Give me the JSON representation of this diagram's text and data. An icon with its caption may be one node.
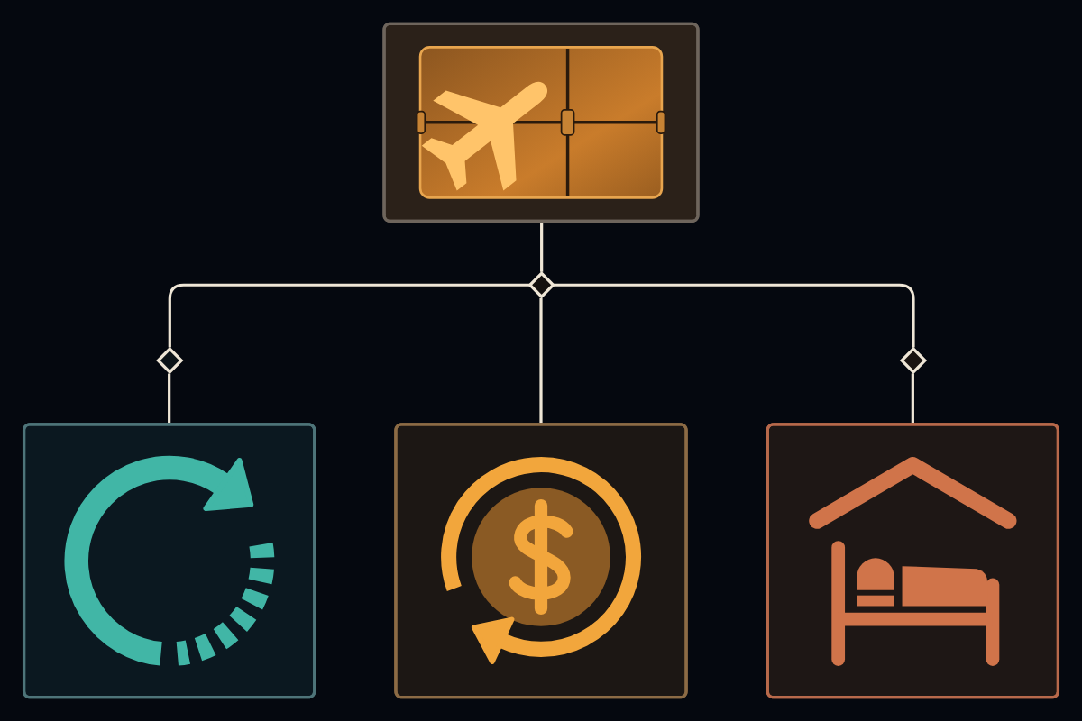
{
  "diagram": {
    "nodes": [
      {
        "text": [],
        "shape": "picture"
      },
      {
        "text": [],
        "shape": "diamond"
      },
      {
        "text": [],
        "shape": "diamond"
      },
      {
        "text": [],
        "shape": "diamond"
      },
      {
        "text": [],
        "shape": "picture"
      },
      {
        "text": [],
        "shape": "picture"
      },
      {
        "text": [],
        "shape": "picture"
      }
    ],
    "edges": [
      {
        "from": 0,
        "to": 1,
        "arrow": "none"
      },
      {
        "from": 1,
        "to": 2,
        "arrow": "none"
      },
      {
        "from": 1,
        "to": 5,
        "arrow": "none"
      },
      {
        "from": 1,
        "to": 3,
        "arrow": "none"
      },
      {
        "from": 2,
        "to": 4,
        "arrow": "none"
      },
      {
        "from": 3,
        "to": 6,
        "arrow": "none"
      }
    ]
  }
}
